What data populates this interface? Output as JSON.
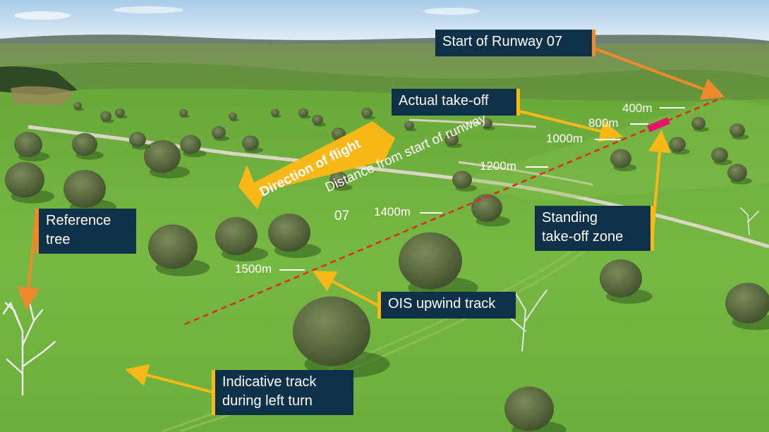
{
  "labels": {
    "start_runway": "Start of Runway 07",
    "actual_takeoff": "Actual take-off",
    "reference_tree_1": "Reference",
    "reference_tree_2": "tree",
    "standing_takeoff_1": "Standing",
    "standing_takeoff_2": "take-off zone",
    "ois_upwind": "OIS upwind track",
    "indicative_track_1": "Indicative track",
    "indicative_track_2": "during left turn",
    "direction_of_flight": "Direction of flight",
    "distance_axis_1": "Distance from start of runway",
    "distance_axis_2": "07"
  },
  "distances": [
    "400m",
    "800m",
    "1000m",
    "1200m",
    "1400m",
    "1500m"
  ],
  "colors": {
    "label_bg": "#0f3147",
    "accent_yellow": "#f7b818",
    "accent_orange": "#ef8a2c",
    "flight_track": "#e0281f",
    "takeoff_zone": "#e6156b"
  }
}
